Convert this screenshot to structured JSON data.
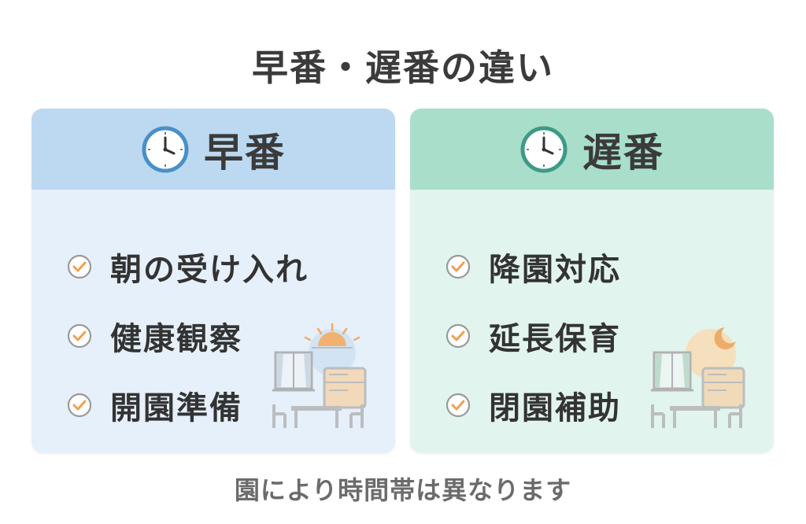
{
  "title": "早番・遅番の違い",
  "panels": {
    "early": {
      "title": "早番",
      "icon": "clock-icon",
      "accent": "#bcd9f1",
      "items": [
        "朝の受け入れ",
        "健康観察",
        "開園準備"
      ]
    },
    "late": {
      "title": "遅番",
      "icon": "clock-icon",
      "accent": "#a9decb",
      "items": [
        "降園対応",
        "延長保育",
        "閉園補助"
      ]
    }
  },
  "check_color": "#f0a050",
  "footer": "園により時間帯は異なります"
}
